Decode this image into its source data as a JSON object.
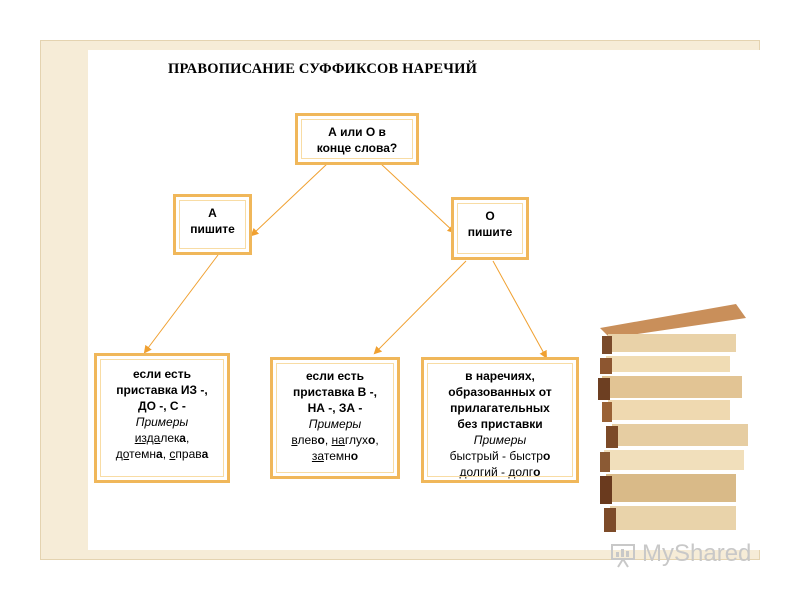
{
  "title": "ПРАВОПИСАНИЕ СУФФИКСОВ НАРЕЧИЙ",
  "question": {
    "line1": "А или О в",
    "line2": "конце слова?"
  },
  "box_a": {
    "line1": "А",
    "line2": "пишите"
  },
  "box_o": {
    "line1": "О",
    "line2": "пишите"
  },
  "rule1": {
    "line1": "если есть",
    "line2": "приставка ИЗ -,",
    "line3": "ДО -, С -",
    "examples_label": "Примеры",
    "ex1_root": "изда",
    "ex1_rest": "лек",
    "ex1_suffix": "а",
    "ex1_sep": ",",
    "ex2_root": "до",
    "ex2_rest": "темн",
    "ex2_suffix": "а",
    "ex2_sep": ", ",
    "ex3_root": "с",
    "ex3_rest": "прав",
    "ex3_suffix": "а"
  },
  "rule2": {
    "line1": "если есть",
    "line2": "приставка В -,",
    "line3": "НА -, ЗА -",
    "examples_label": "Примеры",
    "ex1_root": "в",
    "ex1_rest": "лев",
    "ex1_suffix": "о",
    "ex1_sep": ", ",
    "ex2_root": "на",
    "ex2_rest": "глух",
    "ex2_suffix": "о",
    "ex2_sep": ",",
    "ex3_root": "за",
    "ex3_rest": "темн",
    "ex3_suffix": "о"
  },
  "rule3": {
    "line1": "в наречиях,",
    "line2": "образованных от",
    "line3": "прилагательных",
    "line4": "без приставки",
    "examples_label": "Примеры",
    "ex1": "быстрый - быстр",
    "ex1_suffix": "о",
    "ex2": "долгий - долг",
    "ex2_suffix": "о"
  },
  "watermark": "MyShared",
  "colors": {
    "box_border": "#f0b75a",
    "arrow": "#f0a030",
    "frame": "#f6ecd7"
  }
}
